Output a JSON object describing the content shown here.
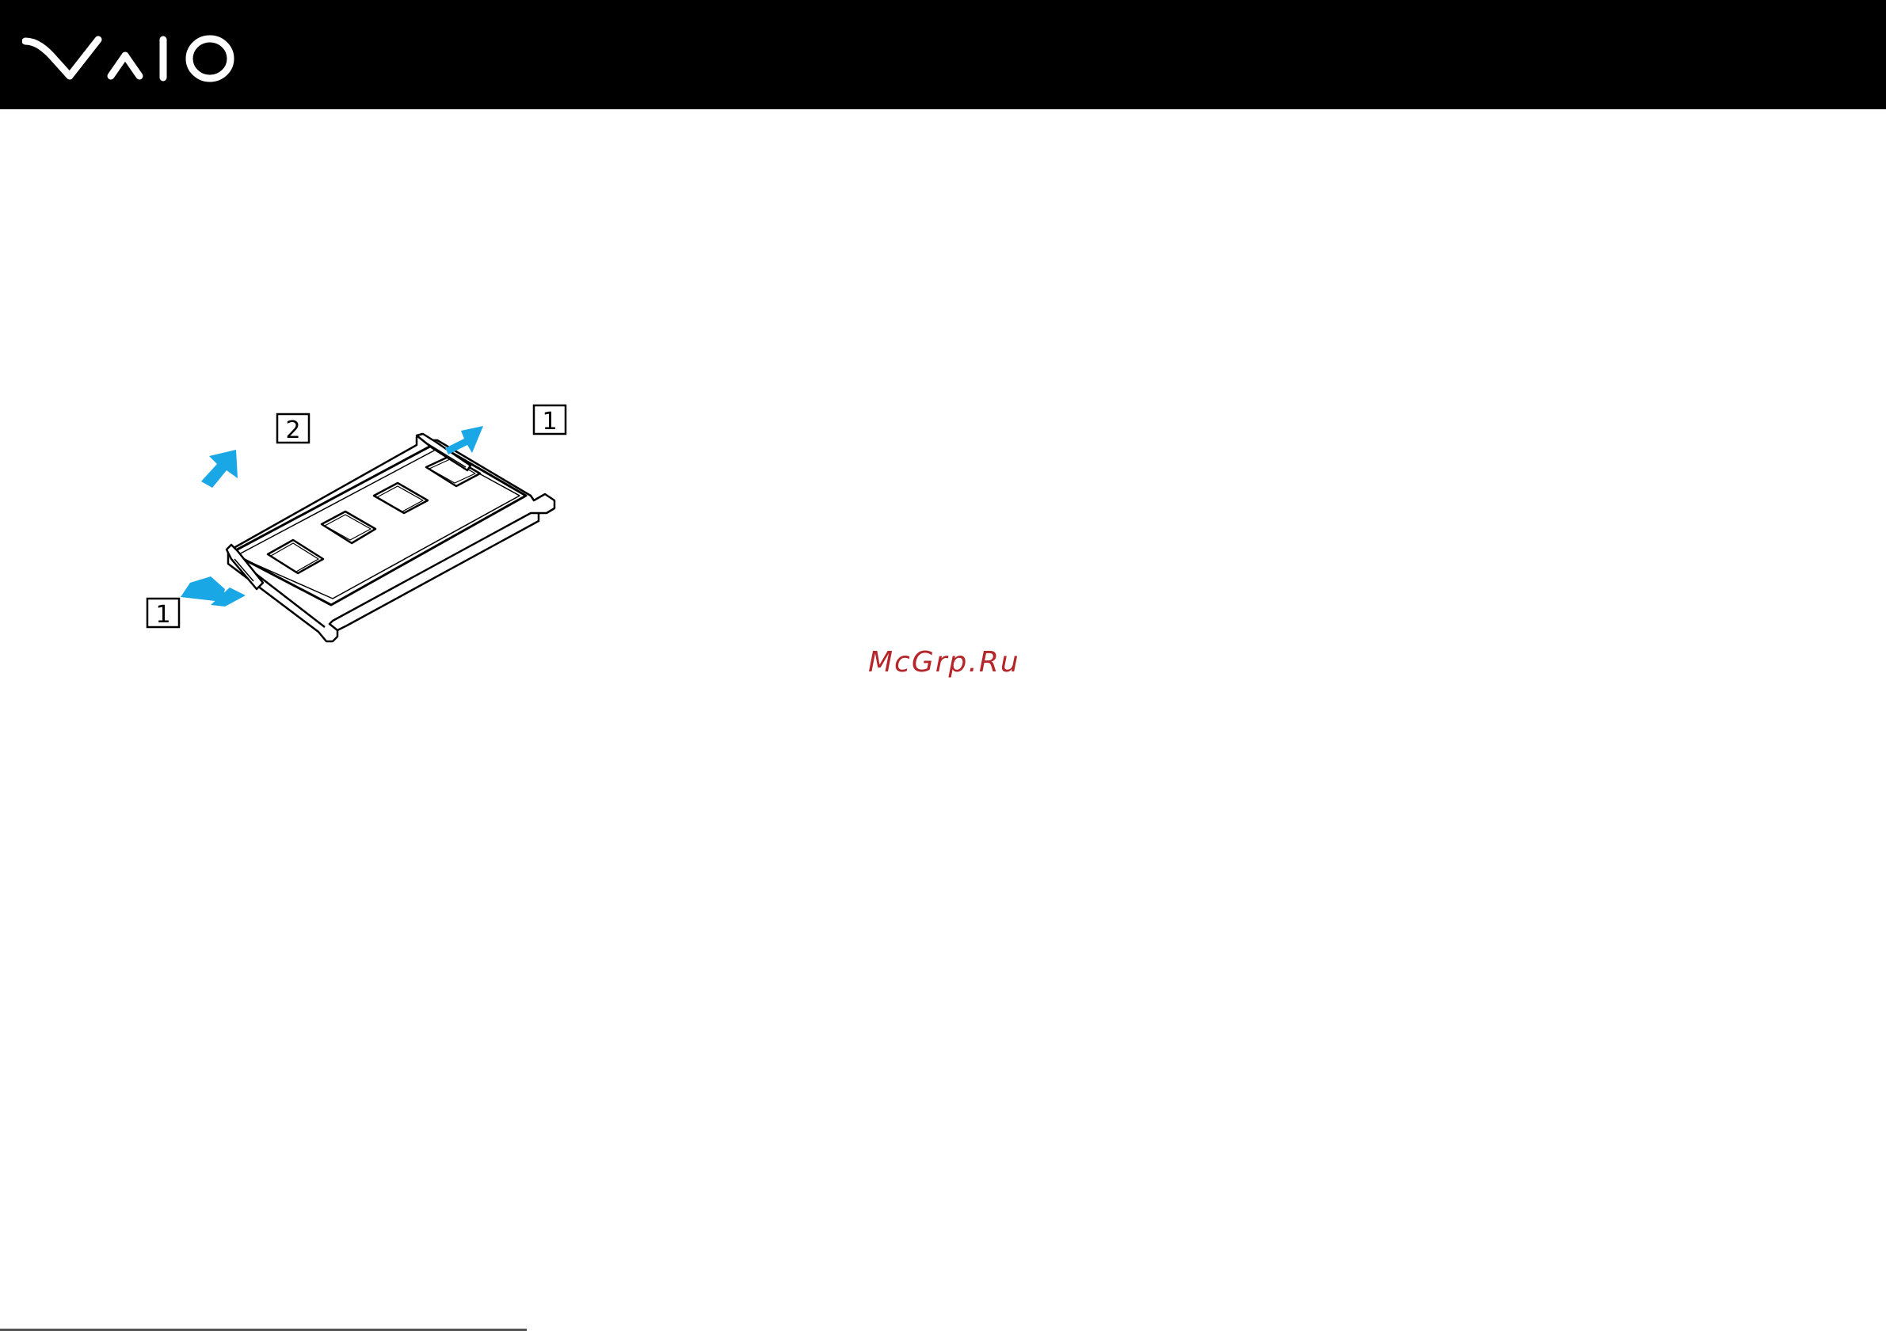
{
  "header": {
    "brand": "VAIO",
    "background_color": "#000000"
  },
  "figure": {
    "callouts": [
      {
        "id": "left-latch",
        "label": "1"
      },
      {
        "id": "module",
        "label": "2"
      },
      {
        "id": "right-latch",
        "label": "1"
      }
    ],
    "arrow_color": "#1aa7e6"
  },
  "watermark": {
    "text": "McGrp.Ru",
    "color": "#b5262b"
  }
}
